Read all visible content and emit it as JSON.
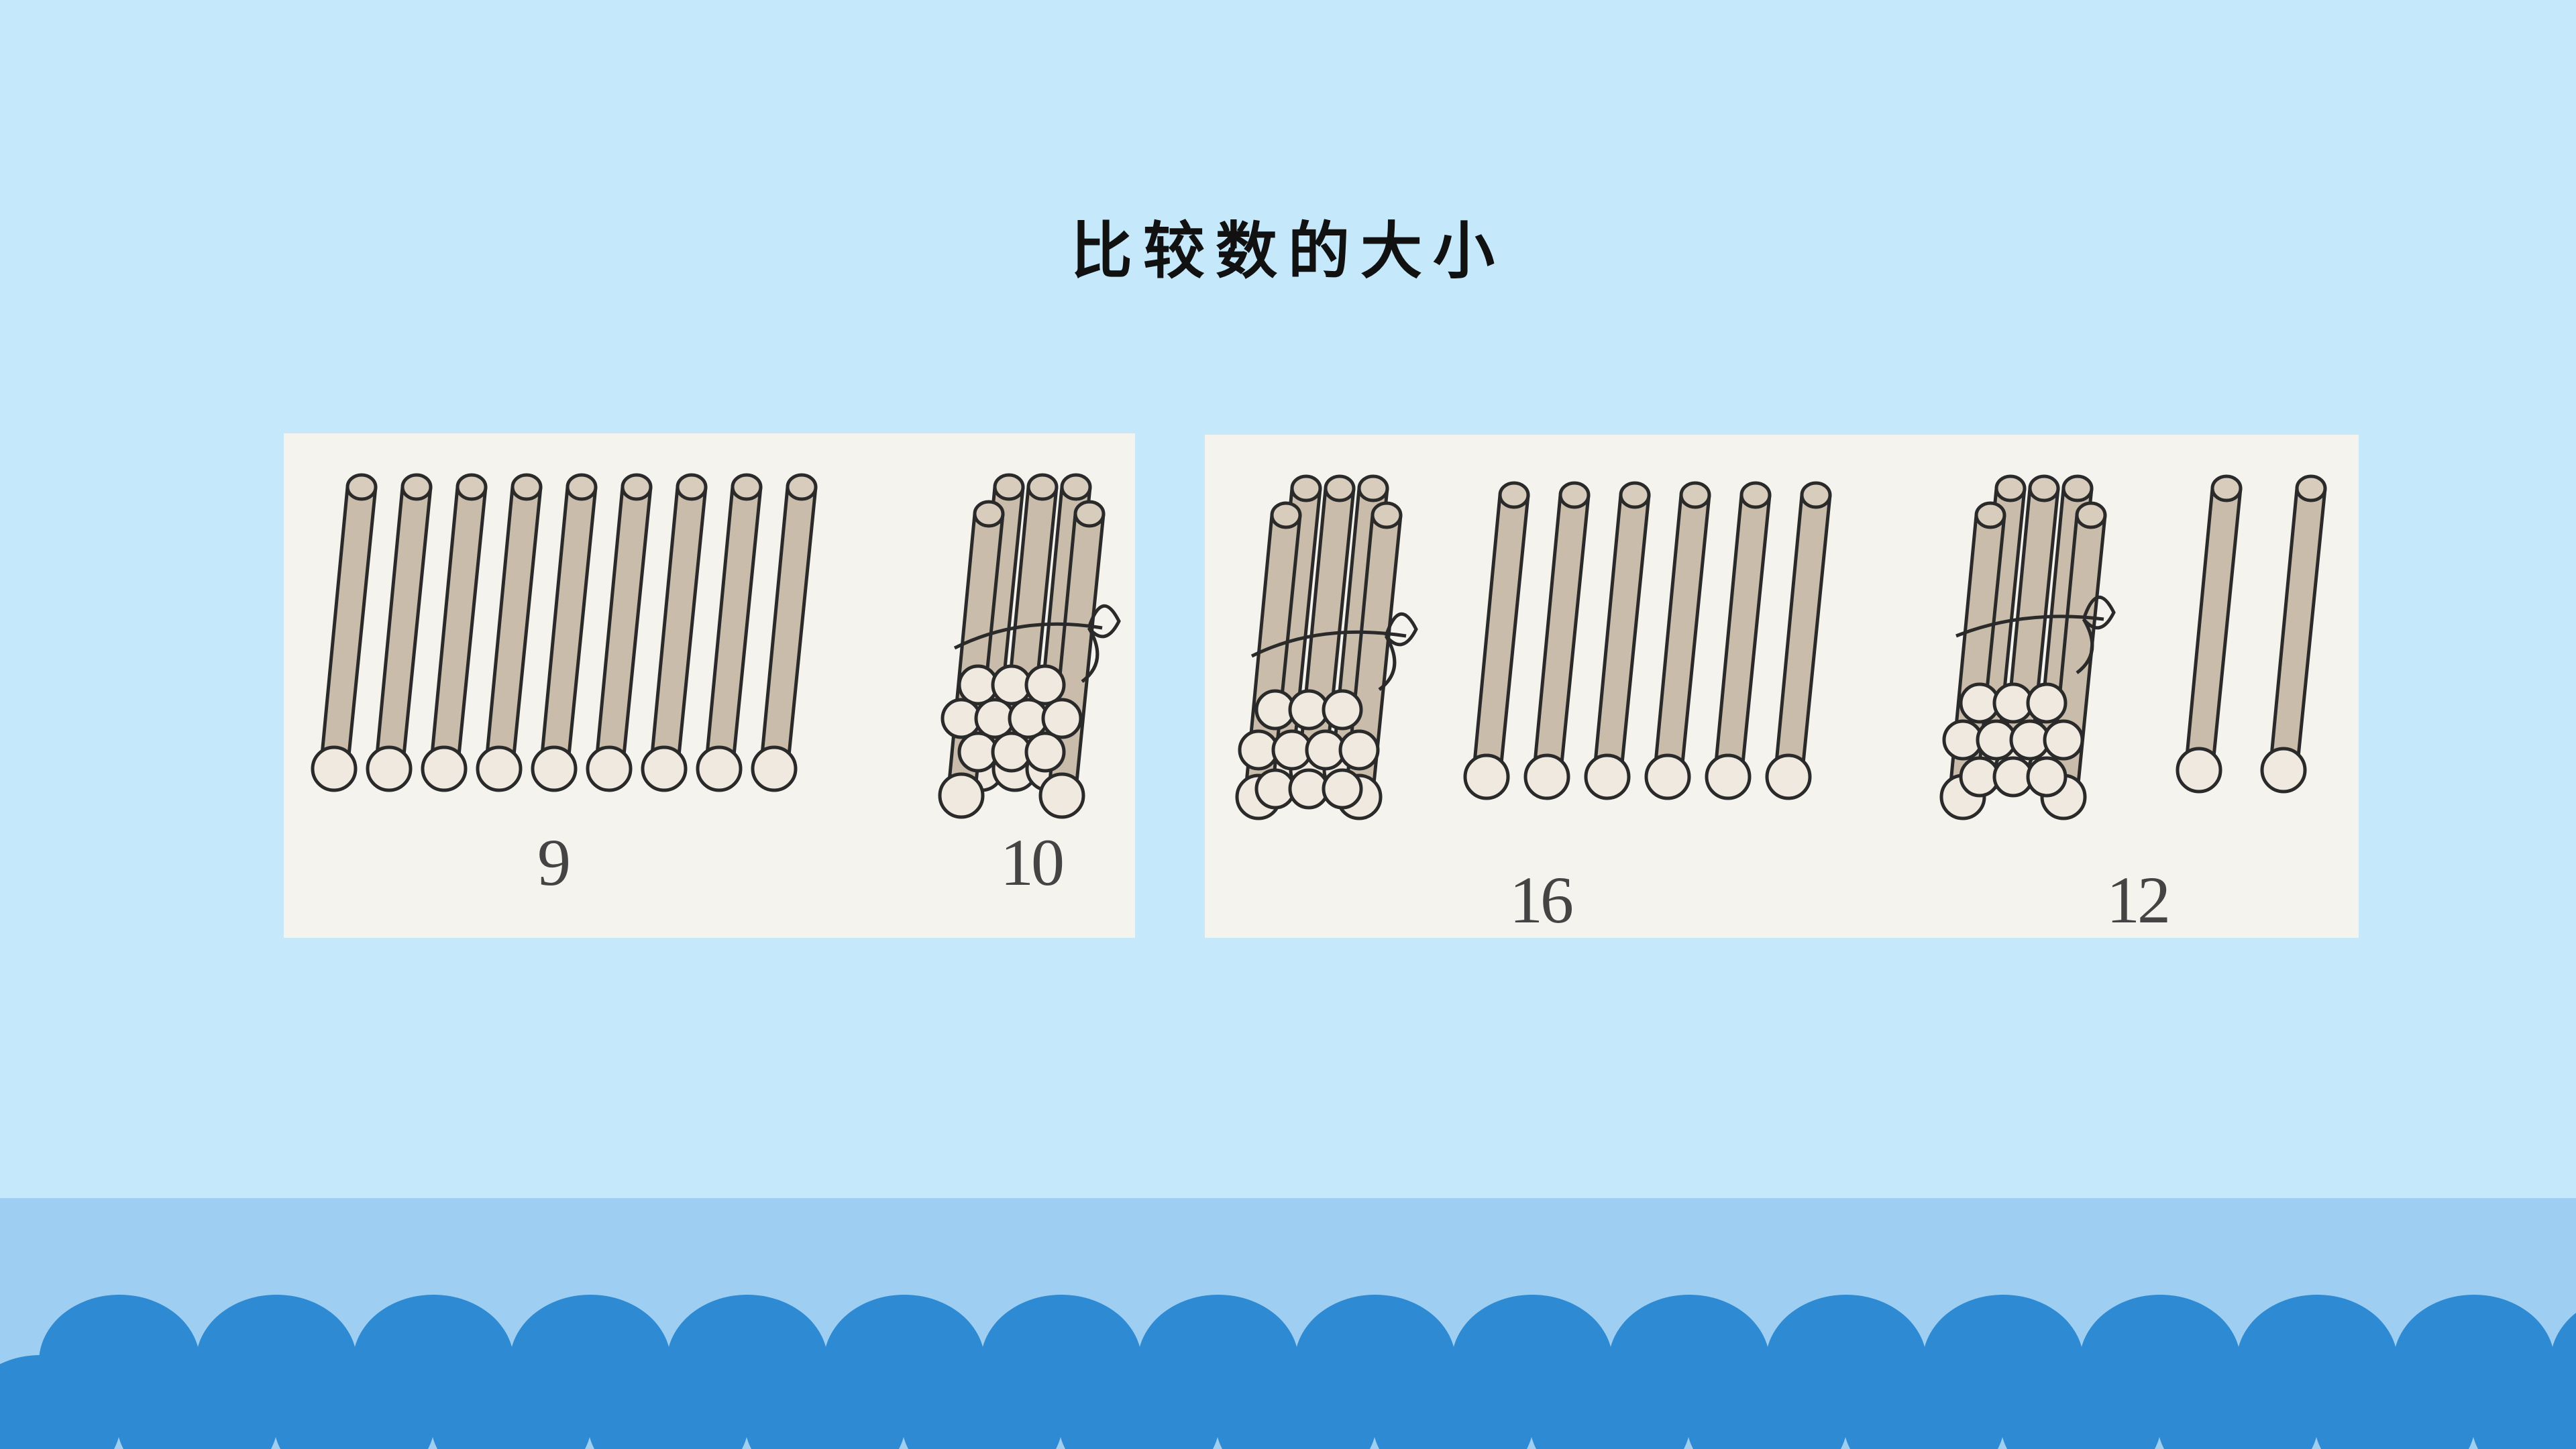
{
  "slide": {
    "title": "比较数的大小"
  },
  "panels": [
    {
      "groups": [
        {
          "label": "9",
          "bundles": 0,
          "singles": 9
        },
        {
          "label": "10",
          "bundles": 1,
          "singles": 0
        }
      ]
    },
    {
      "groups": [
        {
          "label": "16",
          "bundles": 1,
          "singles": 6
        },
        {
          "label": "12",
          "bundles": 1,
          "singles": 2
        }
      ]
    }
  ],
  "colors": {
    "background": "#c6e8fb",
    "panel": "#f4f3ee",
    "stick": "#c9bcaa",
    "stick_end": "#efe9df",
    "outline": "#2a2a2a",
    "wave_band": "#9ecff2",
    "waves": "#2e8ad3"
  }
}
